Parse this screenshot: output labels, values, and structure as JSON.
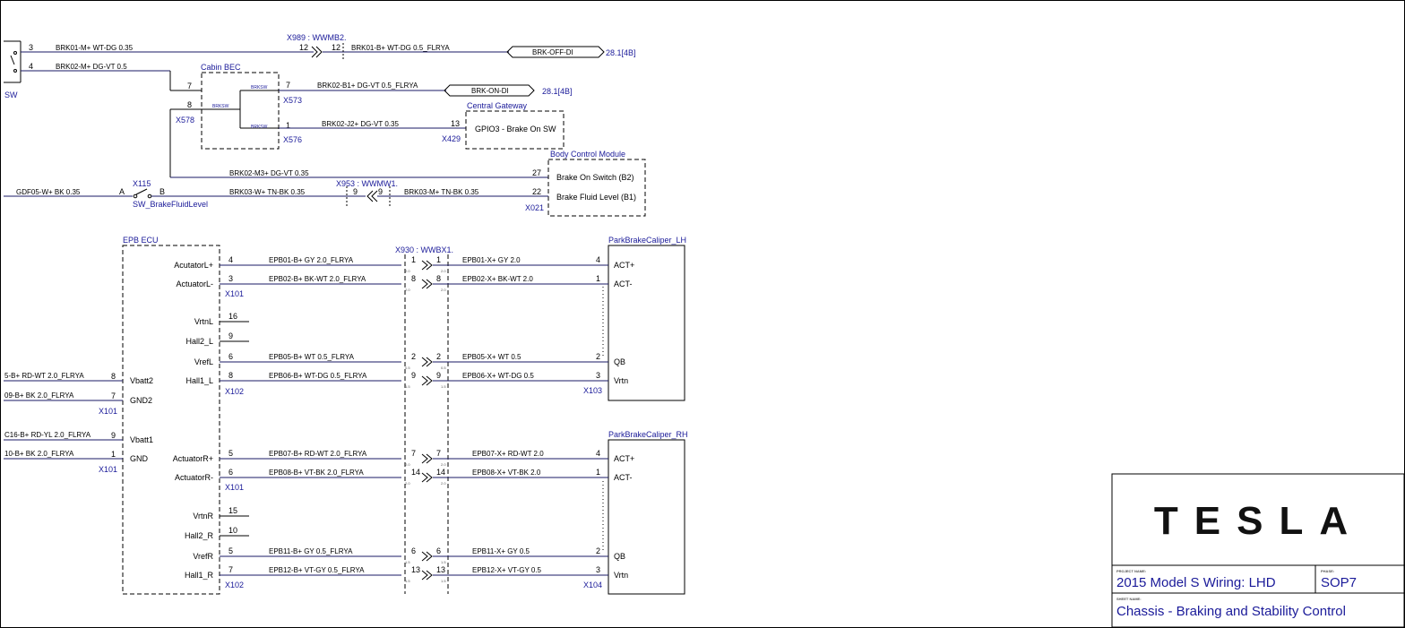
{
  "title_block": {
    "logo": "TESLA",
    "project_label": "PROJECT NAME:",
    "project_value": "2015 Model S Wiring: LHD",
    "phase_label": "PHASE:",
    "phase_value": "SOP7",
    "sheet_label": "SHEET NAME:",
    "sheet_value": "Chassis - Braking and Stability Control"
  },
  "top": {
    "sw_label": "SW",
    "pin3": "3",
    "pin4": "4",
    "w_brk01m": "BRK01-M+ WT-DG 0.35",
    "w_brk02m": "BRK02-M+ DG-VT 0.5",
    "x989": "X989 : WWMB2.",
    "x989_p1": "12",
    "x989_p2": "12",
    "w_brk01b": "BRK01-B+ WT-DG 0.5_FLRYA",
    "brk_off": "BRK-OFF-DI",
    "ref1": "28.1[4B]",
    "cabin_bec": "Cabin BEC",
    "bec_p7a": "7",
    "bec_p7b": "7",
    "bec_p8": "8",
    "bec_p1": "1",
    "brksw1": "BRKSW",
    "brksw2": "BRKSW",
    "brksw3": "BRKSW",
    "w_brk02b1": "BRK02-B1+ DG-VT 0.5_FLRYA",
    "brk_on": "BRK-ON-DI",
    "ref2": "28.1[4B]",
    "x573": "X573",
    "x578": "X578",
    "x576": "X576",
    "w_brk02j2": "BRK02-J2+ DG-VT 0.35",
    "gw_p13": "13",
    "central_gateway": "Central Gateway",
    "gpio3": "GPIO3 - Brake On SW",
    "x429": "X429",
    "w_brk02m3": "BRK02-M3+ DG-VT 0.35",
    "bcm": "Body Control Module",
    "bcm_p27": "27",
    "bcm_p22": "22",
    "brake_on_switch": "Brake On Switch (B2)",
    "brake_fluid": "Brake Fluid Level (B1)",
    "x021": "X021",
    "w_gdf05": "GDF05-W+ BK 0.35",
    "x115": "X115",
    "sw_a": "A",
    "sw_b": "B",
    "sw_fluid": "SW_BrakeFluidLevel",
    "w_brk03w": "BRK03-W+ TN-BK 0.35",
    "x953": "X953 : WWMW1.",
    "x953_p1": "9",
    "x953_p2": "9",
    "w_brk03m": "BRK03-M+ TN-BK 0.35"
  },
  "epb": {
    "ecu": "EPB ECU",
    "x930": "X930 : WWBX1.",
    "caliper_lh": "ParkBrakeCaliper_LH",
    "caliper_rh": "ParkBrakeCaliper_RH",
    "x101a": "X101",
    "x102a": "X102",
    "x101b": "X101",
    "x101c": "X101",
    "x101d": "X101",
    "x102b": "X102",
    "x103": "X103",
    "x104": "X104",
    "rows": [
      {
        "label": "AcutatorL+",
        "pin": "4",
        "wire": "EPB01-B+ GY 2.0_FLRYA",
        "c1": "1",
        "c2": "1",
        "wire2": "EPB01-X+ GY 2.0",
        "cpin": "4",
        "cname": "ACT+",
        "s1": "2.0",
        "s2": "2.0"
      },
      {
        "label": "ActuatorL-",
        "pin": "3",
        "wire": "EPB02-B+ BK-WT 2.0_FLRYA",
        "c1": "8",
        "c2": "8",
        "wire2": "EPB02-X+ BK-WT 2.0",
        "cpin": "1",
        "cname": "ACT-",
        "s1": "2.0",
        "s2": "2.0"
      },
      {
        "label": "VrtnL",
        "pin": "16"
      },
      {
        "label": "Hall2_L",
        "pin": "9"
      },
      {
        "label": "VrefL",
        "pin": "6",
        "wire": "EPB05-B+ WT 0.5_FLRYA",
        "c1": "2",
        "c2": "2",
        "wire2": "EPB05-X+ WT 0.5",
        "cpin": "2",
        "cname": "QB",
        "s1": "0.5",
        "s2": "0.5"
      },
      {
        "label": "Hall1_L",
        "pin": "8",
        "wire": "EPB06-B+ WT-DG 0.5_FLRYA",
        "c1": "9",
        "c2": "9",
        "wire2": "EPB06-X+ WT-DG 0.5",
        "cpin": "3",
        "cname": "Vrtn",
        "s1": "1.5",
        "s2": "1.5"
      },
      {
        "label": "ActuatorR+",
        "pin": "5",
        "wire": "EPB07-B+ RD-WT 2.0_FLRYA",
        "c1": "7",
        "c2": "7",
        "wire2": "EPB07-X+ RD-WT 2.0",
        "cpin": "4",
        "cname": "ACT+",
        "s1": "2.0",
        "s2": "2.0"
      },
      {
        "label": "ActuatorR-",
        "pin": "6",
        "wire": "EPB08-B+ VT-BK 2.0_FLRYA",
        "c1": "14",
        "c2": "14",
        "wire2": "EPB08-X+ VT-BK 2.0",
        "cpin": "1",
        "cname": "ACT-",
        "s1": "2.0",
        "s2": "2.0"
      },
      {
        "label": "VrtnR",
        "pin": "15"
      },
      {
        "label": "Hall2_R",
        "pin": "10"
      },
      {
        "label": "VrefR",
        "pin": "5",
        "wire": "EPB11-B+ GY 0.5_FLRYA",
        "c1": "6",
        "c2": "6",
        "wire2": "EPB11-X+ GY 0.5",
        "cpin": "2",
        "cname": "QB",
        "s1": "1.5",
        "s2": "1.5"
      },
      {
        "label": "Hall1_R",
        "pin": "7",
        "wire": "EPB12-B+ VT-GY 0.5_FLRYA",
        "c1": "13",
        "c2": "13",
        "wire2": "EPB12-X+ VT-GY 0.5",
        "cpin": "3",
        "cname": "Vrtn",
        "s1": "1.5",
        "s2": "1.5"
      }
    ],
    "power": [
      {
        "wire": "5-B+ RD-WT 2.0_FLRYA",
        "pin": "8",
        "name": "Vbatt2"
      },
      {
        "wire": "09-B+ BK 2.0_FLRYA",
        "pin": "7",
        "name": "GND2"
      },
      {
        "wire": "C16-B+ RD-YL 2.0_FLRYA",
        "pin": "9",
        "name": "Vbatt1"
      },
      {
        "wire": "10-B+ BK 2.0_FLRYA",
        "pin": "1",
        "name": "GND"
      }
    ]
  },
  "colors": {
    "wire": "#1a1a66",
    "label": "#1a1a99",
    "line": "#000000"
  }
}
